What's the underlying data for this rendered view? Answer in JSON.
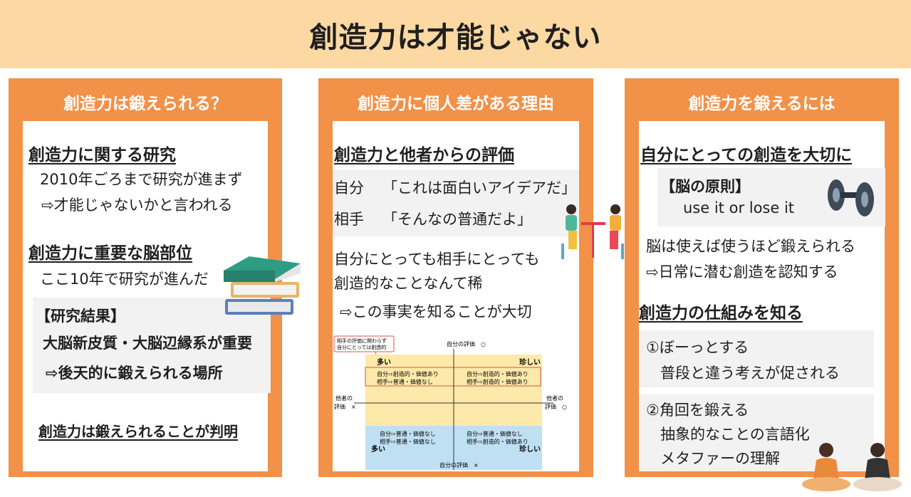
{
  "title": "創造力は才能じゃない",
  "panel1": {
    "header": "創造力は鍛えられる？",
    "h1": "創造力に関する研究",
    "l1": "2010年ごろまで研究が進まず",
    "l2": "⇨才能じゃないかと言われる",
    "h2": "創造力に重要な脳部位",
    "l3": "ここ10年で研究が進んだ",
    "box_title": "【研究結果】",
    "box_l1": "大脳新皮質・大脳辺縁系が重要",
    "box_l2": "⇨後天的に鍛えられる場所",
    "conclusion": "創造力は鍛えられることが判明"
  },
  "panel2": {
    "header": "創造力に個人差がある理由",
    "h1": "創造力と他者からの評価",
    "self_label": "自分",
    "self_quote": "「これは面白いアイデアだ」",
    "other_label": "相手",
    "other_quote": "「そんなの普通だよ」",
    "l1": "自分にとっても相手にとっても",
    "l2": "創造的なことなんて稀",
    "l3": "⇨この事実を知ることが大切",
    "diagram": {
      "callout_l1": "相手の評価に関わらず",
      "callout_l2": "自分にとっては創造的",
      "top_axis": "自分の評価　○",
      "bottom_axis": "自分の評価　×",
      "left_axis_l1": "他者の",
      "left_axis_l2": "評価　×",
      "right_axis_l1": "他者の",
      "right_axis_l2": "評価　○",
      "tl_tag": "多い",
      "tr_tag": "珍しい",
      "bl_tag": "多い",
      "br_tag": "珍しい",
      "tl_l1": "自分⇨創造的・価値あり",
      "tl_l2": "相手⇨普通・価値なし",
      "tr_l1": "自分⇨創造的・価値あり",
      "tr_l2": "相手⇨創造的・価値あり",
      "bl_l1": "自分⇨普通・価値なし",
      "bl_l2": "相手⇨普通・価値なし",
      "br_l1": "自分⇨普通・価値なし",
      "br_l2": "相手⇨創造的・価値あり"
    }
  },
  "panel3": {
    "header": "創造力を鍛えるには",
    "h1": "自分にとっての創造を大切に",
    "box_title": "【脳の原則】",
    "box_text": "use it or lose it",
    "l1": "脳は使えば使うほど鍛えられる",
    "l2": "⇨日常に潜む創造を認知する",
    "h2": "創造力の仕組みを知る",
    "b1_l1": "①ぼーっとする",
    "b1_l2": "普段と違う考えが促される",
    "b2_l1": "②角回を鍛える",
    "b2_l2": "抽象的なことの言語化",
    "b2_l3": "メタファーの理解"
  },
  "colors": {
    "title_bg": "#fcd9a3",
    "panel_orange": "#f29148",
    "quadrant_yellow": "#fde9a9",
    "quadrant_blue": "#bfe0f3"
  },
  "icons": [
    "books-icon",
    "cafe-people-icon",
    "dumbbell-icon",
    "meditation-people-icon"
  ]
}
